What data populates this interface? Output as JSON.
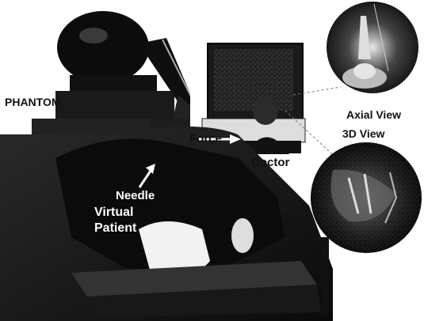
{
  "labels": {
    "phantom": "PHANTOM",
    "force": "Force",
    "doctor": "Doctor",
    "needle": "Needle",
    "virtual": "Virtual",
    "patient": "Patient",
    "axial_view": "Axial View",
    "view_3d": "3D View"
  },
  "icons": {
    "phantom_device": "phantom-haptic-device",
    "doctor_monitor": "computer-monitor",
    "needle_arrow": "arrow-up-right"
  }
}
